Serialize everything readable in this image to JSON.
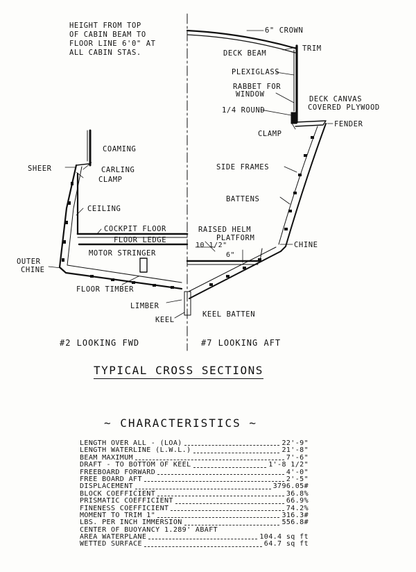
{
  "note": [
    "HEIGHT FROM TOP",
    "OF CABIN BEAM TO",
    "FLOOR LINE 6'0\" AT",
    "ALL CABIN STAS."
  ],
  "labels": {
    "crown": "6\" CROWN",
    "trim": "TRIM",
    "deck_beam": "DECK BEAM",
    "plexiglass": "PLEXIGLASS",
    "rabbet": [
      "RABBET FOR",
      "WINDOW"
    ],
    "deck_canvas": [
      "DECK CANVAS",
      "COVERED PLYWOOD"
    ],
    "quarter_round": "1/4 ROUND",
    "fender": "FENDER",
    "clamp_aft": "CLAMP",
    "coaming": "COAMING",
    "sheer": "SHEER",
    "carling": "CARLING",
    "clamp_fwd": "CLAMP",
    "ceiling": "CEILING",
    "side_frames": "SIDE FRAMES",
    "battens": "BATTENS",
    "cockpit_floor": "COCKPIT FLOOR",
    "floor_ledge": "FLOOR LEDGE",
    "raised_helm": [
      "RAISED HELM",
      "PLATFORM"
    ],
    "helm_dim": "10 1/2\"",
    "helm_dim2": "6\"",
    "motor_stringer": "MOTOR STRINGER",
    "chine": "CHINE",
    "outer_chine": [
      "OUTER",
      "CHINE"
    ],
    "floor_timber": "FLOOR TIMBER",
    "limber": "LIMBER",
    "keel": "KEEL",
    "keel_batten": "KEEL BATTEN"
  },
  "views": {
    "forward": "#2 LOOKING FWD",
    "aft": "#7 LOOKING AFT"
  },
  "sections_title": "TYPICAL CROSS SECTIONS",
  "characteristics_title": "~ CHARACTERISTICS ~",
  "characteristics": [
    {
      "label": "LENGTH OVER ALL - (LOA)",
      "value": "22'-9\""
    },
    {
      "label": "LENGTH WATERLINE (L.W.L.)",
      "value": "21'-8\""
    },
    {
      "label": "BEAM MAXIMUM",
      "value": "7'-6\""
    },
    {
      "label": "DRAFT - TO BOTTOM OF KEEL",
      "value": "1'-8 1/2\""
    },
    {
      "label": "FREEBOARD FORWARD",
      "value": "4'-0\""
    },
    {
      "label": "FREE BOARD AFT",
      "value": "2'-5\""
    },
    {
      "label": "DISPLACEMENT",
      "value": "3796.05#"
    },
    {
      "label": "BLOCK COEFFICIENT",
      "value": "36.8%"
    },
    {
      "label": "PRISMATIC COEFFICIENT",
      "value": "66.9%"
    },
    {
      "label": "FINENESS COEFFICIENT",
      "value": "74.2%"
    },
    {
      "label": "MOMENT TO TRIM 1\"",
      "value": "316.3#"
    },
    {
      "label": "LBS. PER INCH IMMERSION",
      "value": "556.8#"
    },
    {
      "label": "CENTER OF BUOYANCY 1.289' ABAFT",
      "value": ""
    },
    {
      "label": "AREA WATERPLANE",
      "value": "104.4 sq ft"
    },
    {
      "label": "WETTED SURFACE",
      "value": "64.7 sq ft"
    }
  ]
}
